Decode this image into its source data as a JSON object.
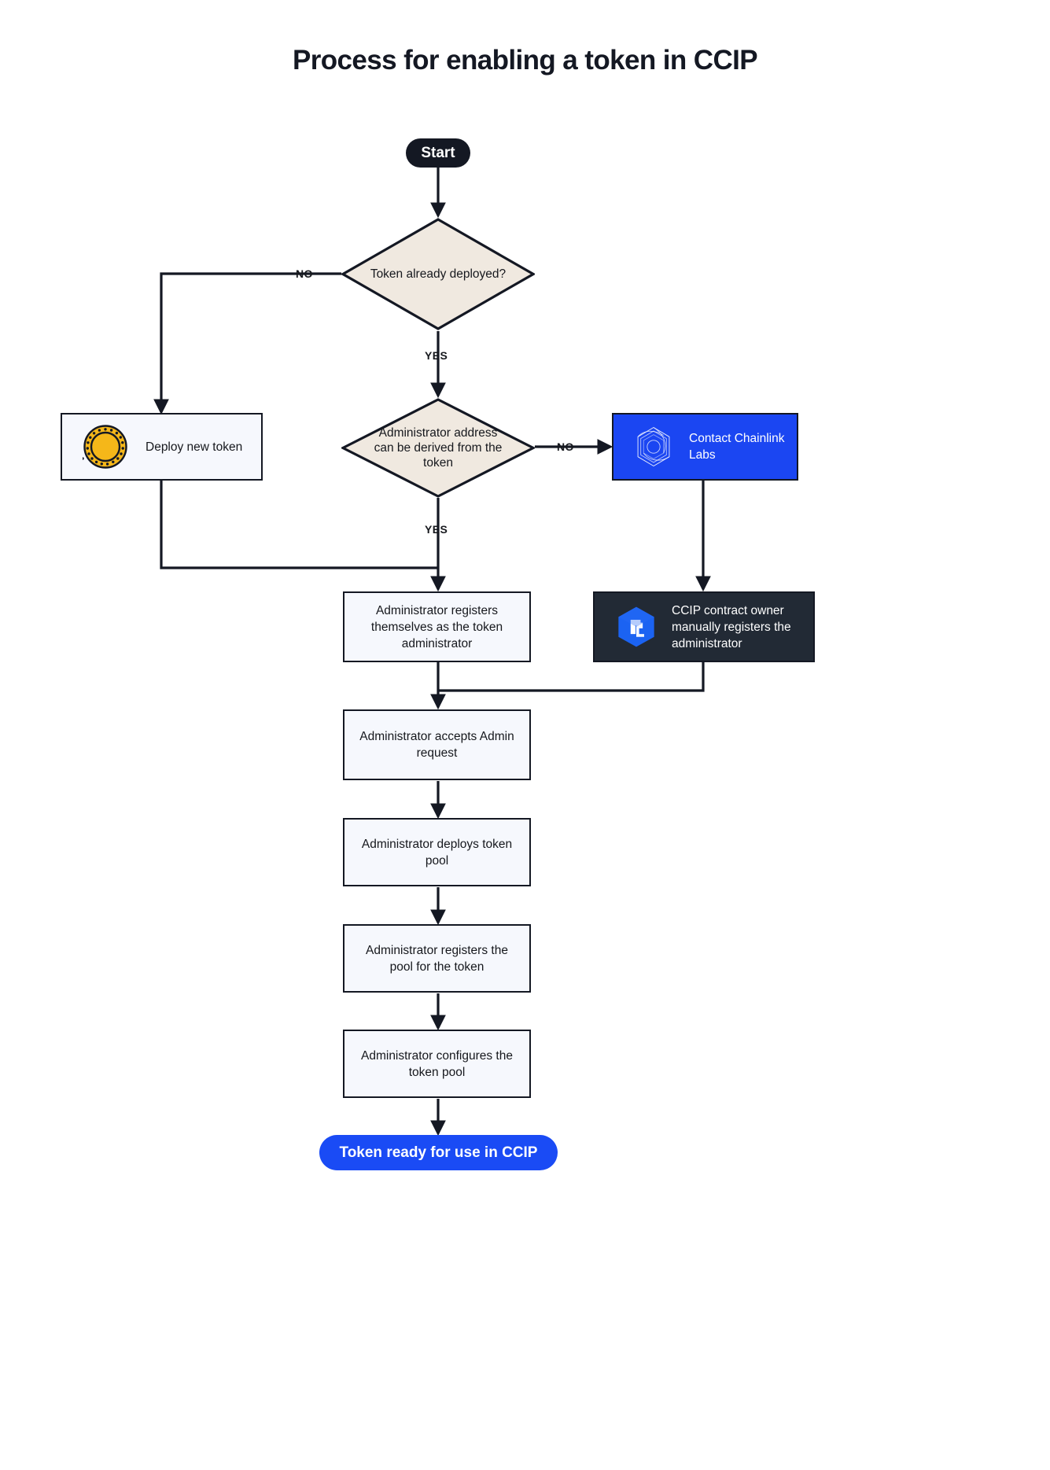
{
  "page": {
    "title": "Process for enabling a token in CCIP",
    "background": "#ffffff"
  },
  "colors": {
    "ink": "#141823",
    "diamond_fill": "#f0e9e0",
    "box_fill": "#f6f8fd",
    "chainlink_blue": "#1b46f2",
    "cta_blue": "#1a4bf5",
    "dark_panel": "#222a35",
    "coin_gold": "#f5b719"
  },
  "nodes": {
    "start": {
      "label": "Start",
      "type": "terminator"
    },
    "decision_deployed": {
      "label": "Token already deployed?",
      "type": "decision"
    },
    "deploy_new_token": {
      "label": "Deploy new token",
      "icon": "gold-coin-icon",
      "type": "process"
    },
    "decision_admin_derived": {
      "label": "Administrator address can be derived from the token",
      "type": "decision"
    },
    "contact_chainlink": {
      "label": "Contact Chainlink Labs",
      "icon": "chainlink-hexagon-logo",
      "type": "process"
    },
    "admin_registers_self": {
      "label": "Administrator registers themselves as the token administrator",
      "type": "process"
    },
    "ccip_owner_registers": {
      "label": "CCIP contract owner manually registers the administrator",
      "icon": "ccip-cube-logo",
      "type": "process"
    },
    "admin_accepts": {
      "label": "Administrator accepts Admin request",
      "type": "process"
    },
    "admin_deploys_pool": {
      "label": "Administrator deploys token pool",
      "type": "process"
    },
    "admin_registers_pool": {
      "label": "Administrator registers the pool for the token",
      "type": "process"
    },
    "admin_configures_pool": {
      "label": "Administrator configures the token pool",
      "type": "process"
    },
    "token_ready": {
      "label": "Token ready for use in CCIP",
      "type": "terminator"
    }
  },
  "edge_labels": {
    "deployed_no": "NO",
    "deployed_yes": "YES",
    "admin_no": "NO",
    "admin_yes": "YES"
  }
}
